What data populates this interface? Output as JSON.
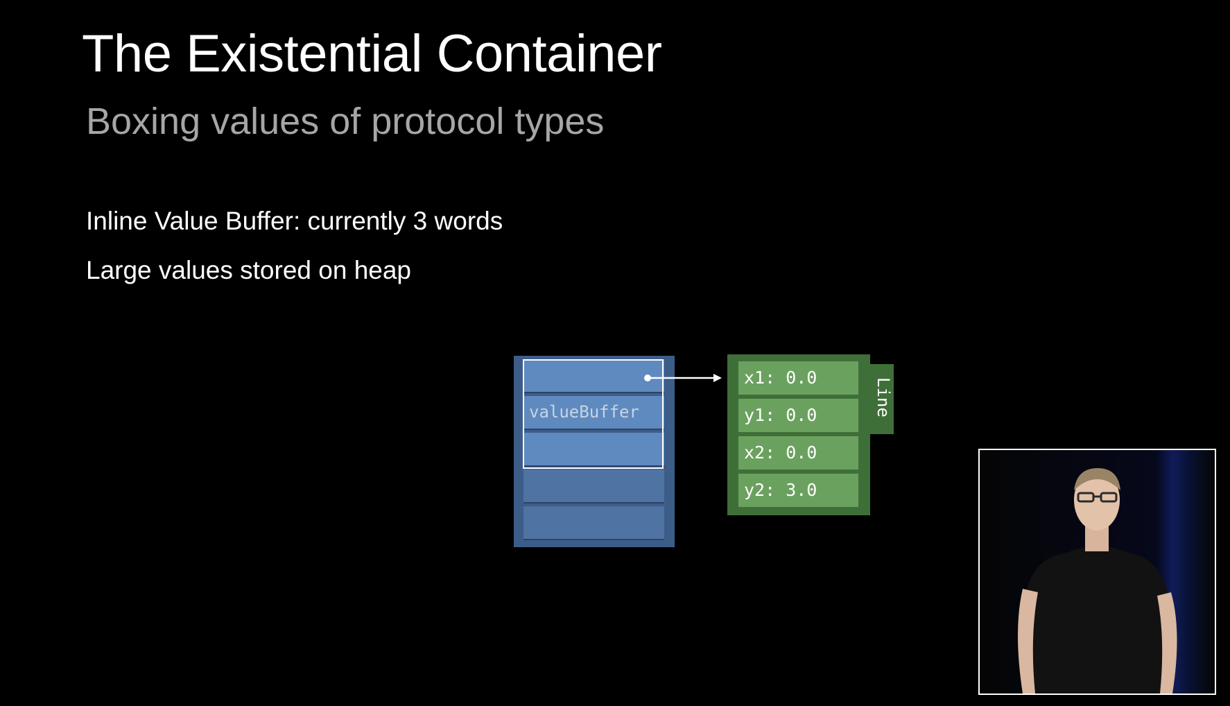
{
  "slide": {
    "title": "The Existential Container",
    "subtitle": "Boxing values of protocol types",
    "bullets": [
      "Inline Value Buffer: currently 3 words",
      "Large values stored on heap"
    ]
  },
  "diagram": {
    "value_buffer_label": "valueBuffer",
    "heap_type_label": "Line",
    "heap_fields": [
      "x1: 0.0",
      "y1: 0.0",
      "x2: 0.0",
      "y2: 3.0"
    ],
    "colors": {
      "container": "#3d5d89",
      "container_cell": "#5e8abf",
      "heap": "#3f6f38",
      "heap_field": "#6aa15e",
      "arrow": "#ffffff"
    }
  },
  "video_inset": {
    "icon": "presenter-video"
  }
}
